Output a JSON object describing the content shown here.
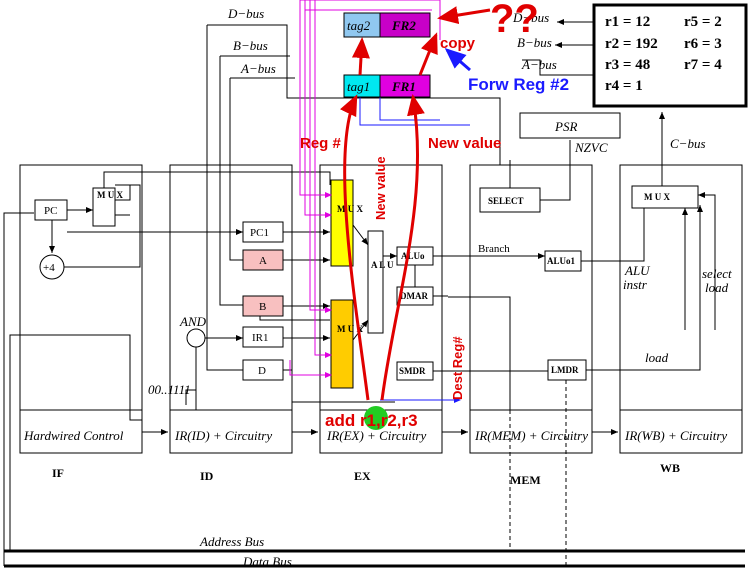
{
  "buses": {
    "d_bus": "D−bus",
    "b_bus": "B−bus",
    "a_bus": "A−bus",
    "c_bus": "C−bus",
    "address_bus": "Address Bus",
    "data_bus": "Data Bus"
  },
  "forwarding": {
    "tag2": "tag2",
    "fr2": "FR2",
    "tag1": "tag1",
    "fr1": "FR1",
    "copy": "copy",
    "forw_reg": "Forw Reg #2",
    "reg_num": "Reg #",
    "new_value": "New value",
    "new_value_vertical": "New value",
    "dest_reg": "Dest Reg#",
    "instruction": "add r1,r2,r3",
    "question": "??"
  },
  "registers": {
    "r1": "r1 = 12",
    "r2": "r2 = 192",
    "r3": "r3 = 48",
    "r4": "r4 = 1",
    "r5": "r5 = 2",
    "r6": "r6 = 3",
    "r7": "r7 = 4"
  },
  "psr": {
    "label": "PSR",
    "flags": "NZVC"
  },
  "if_stage": {
    "pc": "PC",
    "mux": "M U X",
    "plus4": "+4",
    "control": "Hardwired Control",
    "name": "IF"
  },
  "id_stage": {
    "pc1": "PC1",
    "a": "A",
    "b": "B",
    "ir1": "IR1",
    "d": "D",
    "and": "AND",
    "mask": "00..1111",
    "control": "IR(ID) + Circuitry",
    "name": "ID"
  },
  "ex_stage": {
    "mux_top": "M U X",
    "mux_bottom": "M U X",
    "alu": "A L U",
    "aluo": "ALUo",
    "dmar": "DMAR",
    "smdr": "SMDR",
    "control": "IR(EX) + Circuitry",
    "name": "EX"
  },
  "mem_stage": {
    "select": "SELECT",
    "branch": "Branch",
    "aluo1": "ALUo1",
    "lmdr": "LMDR",
    "control": "IR(MEM) + Circuitry",
    "name": "MEM"
  },
  "wb_stage": {
    "mux": "M U X",
    "alu_instr_1": "ALU",
    "alu_instr_2": "instr",
    "select_load_1": "select",
    "select_load_2": "load",
    "load": "load",
    "control": "IR(WB) + Circuitry",
    "name": "WB"
  }
}
